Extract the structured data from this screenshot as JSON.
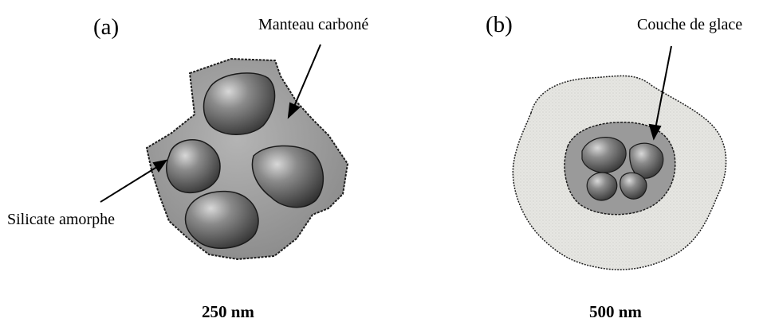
{
  "panels": [
    {
      "id": "a",
      "label": "(a)",
      "annotations": {
        "mantle": "Manteau carboné",
        "core": "Silicate amorphe"
      },
      "scale": "250 nm"
    },
    {
      "id": "b",
      "label": "(b)",
      "annotations": {
        "ice": "Couche de glace"
      },
      "scale": "500 nm"
    }
  ],
  "colors": {
    "mantle_fill": "#9b9b9b",
    "ice_fill": "#e3e3df",
    "grain_fill": "#5c5c5c",
    "outline": "#2a2a2a"
  }
}
